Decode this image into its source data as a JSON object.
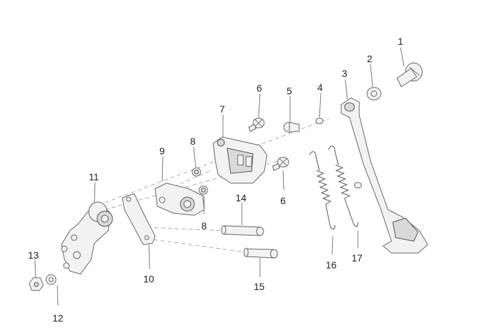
{
  "callouts": {
    "c1": "1",
    "c2": "2",
    "c3": "3",
    "c4": "4",
    "c5": "5",
    "c6a": "6",
    "c6b": "6",
    "c7": "7",
    "c8a": "8",
    "c8b": "8",
    "c9": "9",
    "c10": "10",
    "c11": "11",
    "c12": "12",
    "c13": "13",
    "c14": "14",
    "c15": "15",
    "c16": "16",
    "c17": "17"
  }
}
